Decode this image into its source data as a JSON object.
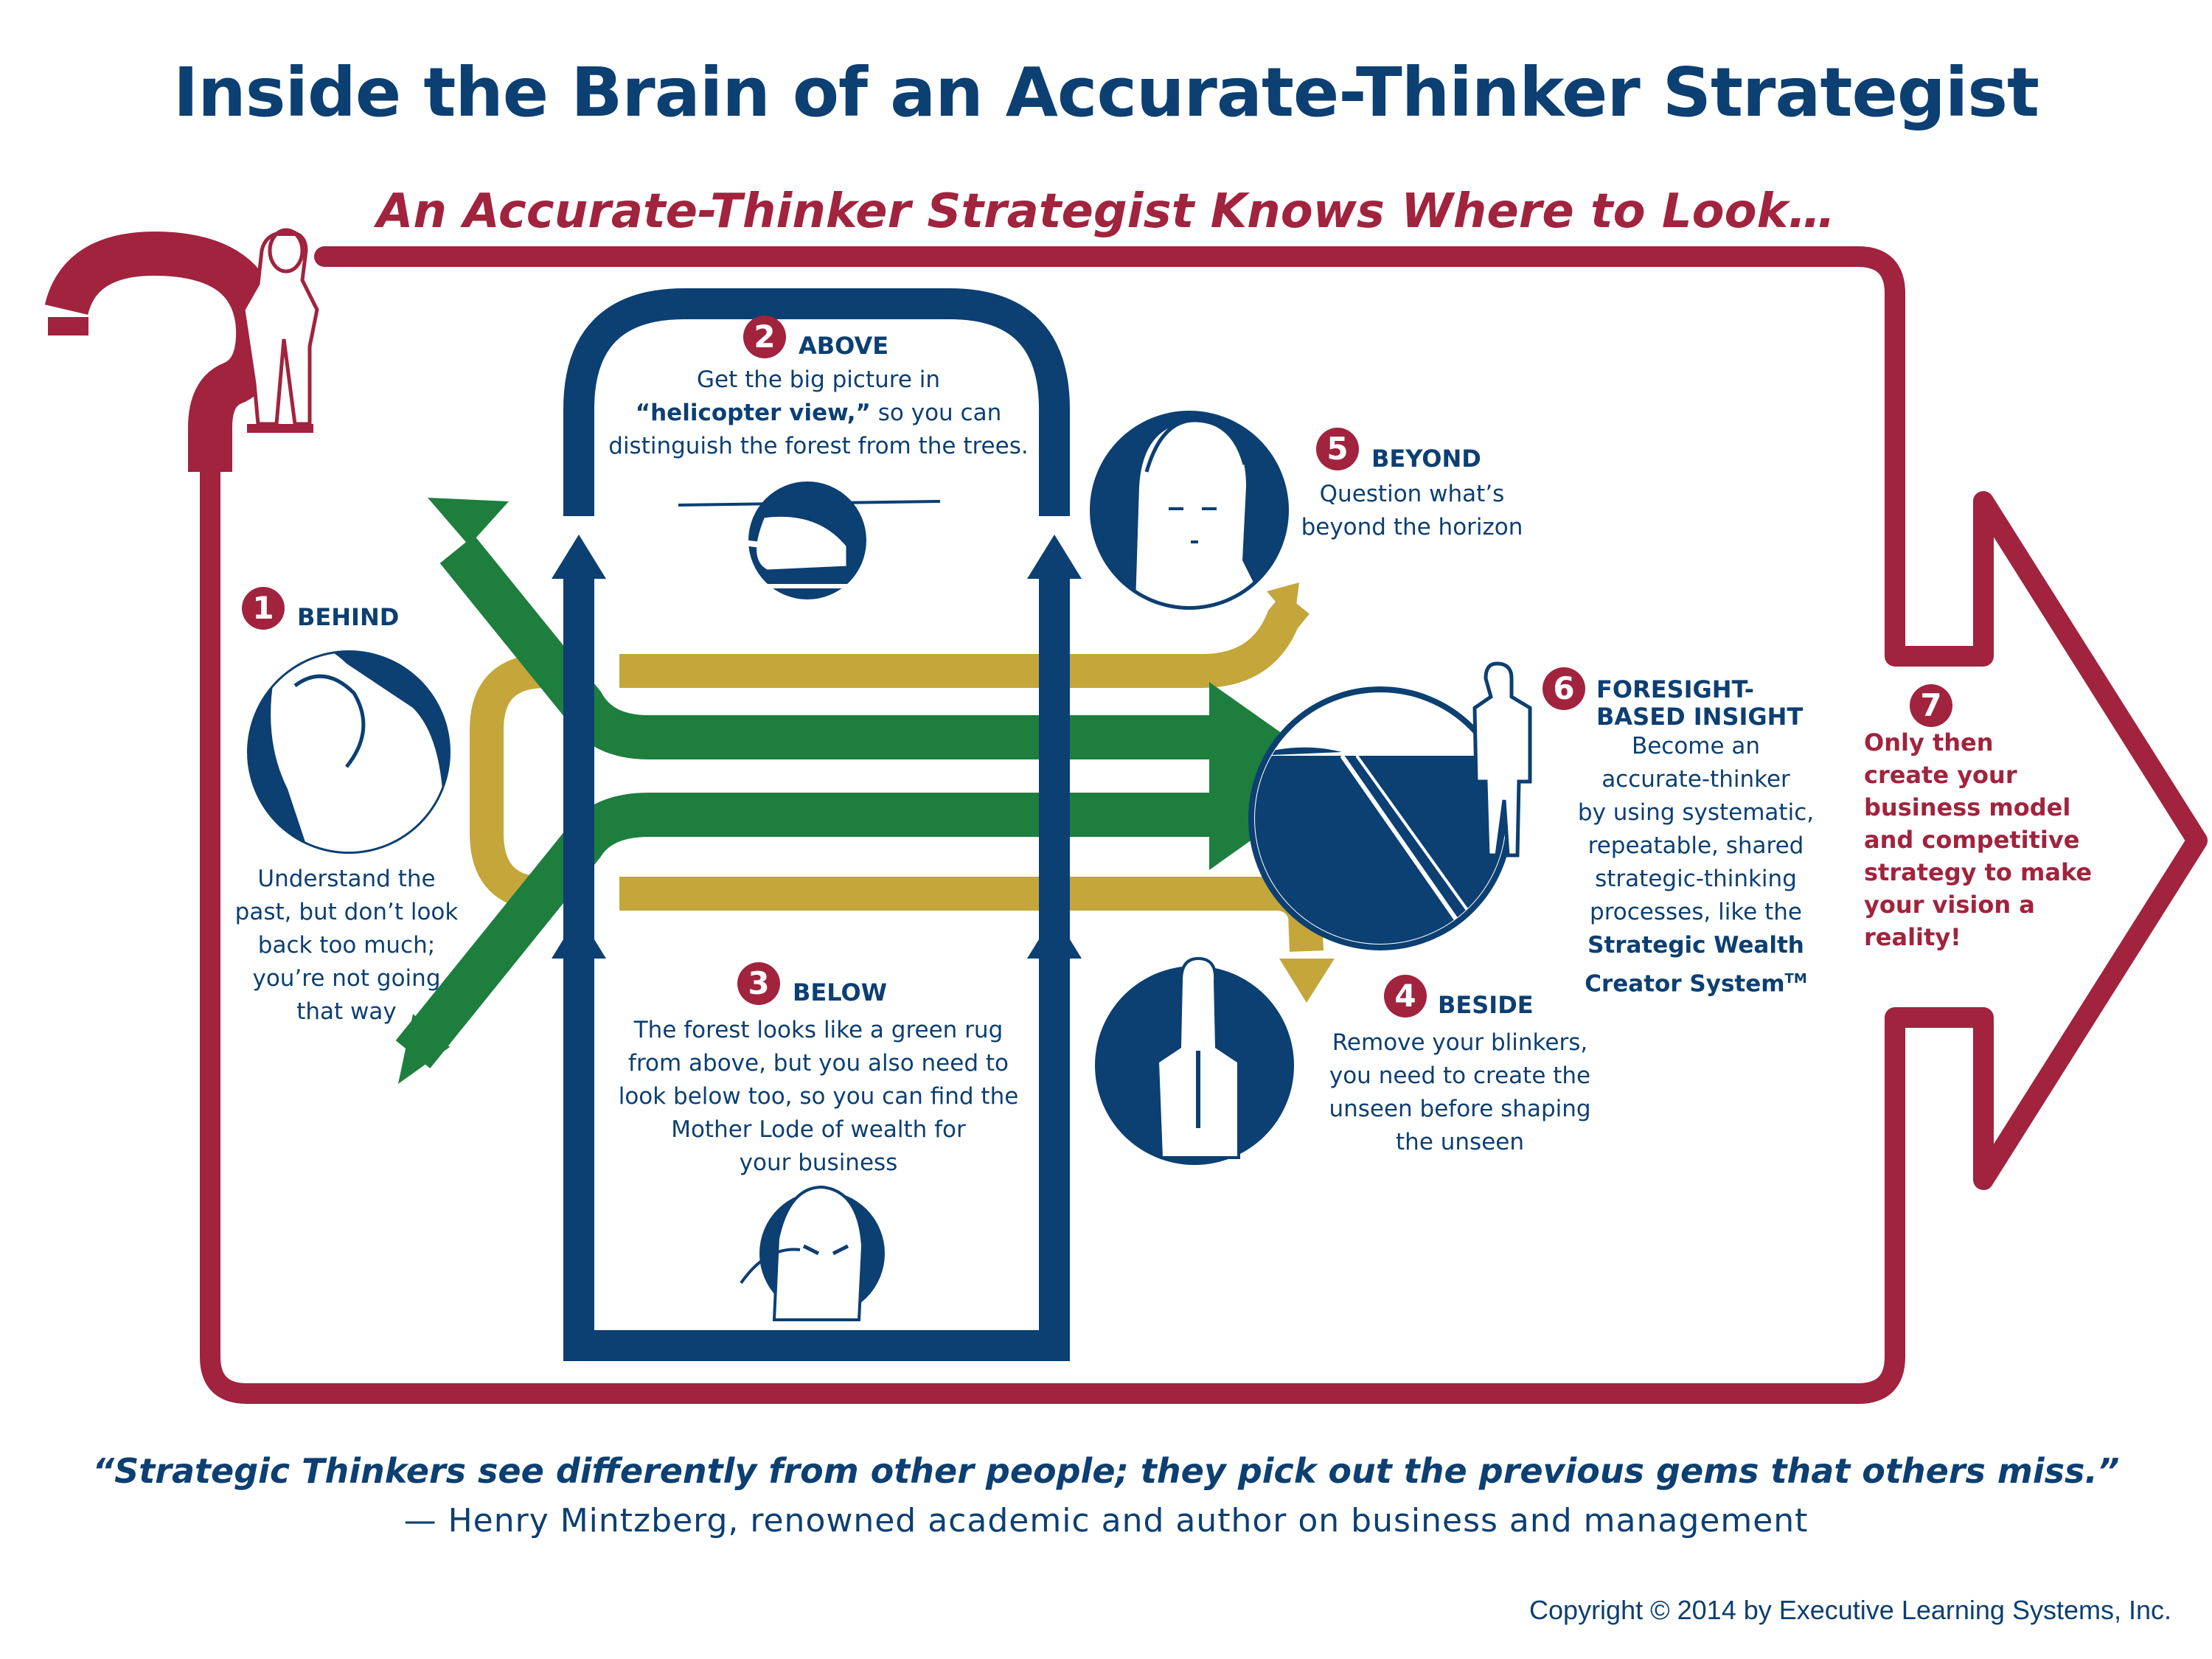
{
  "title": "Inside the Brain of an Accurate-Thinker Strategist",
  "subtitle": "An Accurate-Thinker Strategist Knows Where to Look…",
  "colors": {
    "navy": "#0c3f72",
    "crimson": "#a1233d",
    "green": "#1e7e3e",
    "mustard": "#c4a63a"
  },
  "steps": [
    {
      "number": "1",
      "heading": "BEHIND",
      "lines": [
        "Understand the",
        "past, but don’t look",
        "back too much;",
        "you’re not going",
        "that way"
      ],
      "icon": "anxious-person-icon"
    },
    {
      "number": "2",
      "heading": "ABOVE",
      "lines": [
        "Get the big picture in"
      ],
      "emphasis": "“helicopter view,”",
      "emphasis_tail": " so you can",
      "last_line": "distinguish the forest from the trees.",
      "icon": "helicopter-icon"
    },
    {
      "number": "3",
      "heading": "BELOW",
      "lines": [
        "The forest looks like a green rug",
        "from above, but you also need to",
        "look below too, so you can find the",
        "Mother Lode of wealth for",
        "your business"
      ],
      "icon": "person-lifting-glasses-icon"
    },
    {
      "number": "4",
      "heading": "BESIDE",
      "lines": [
        "Remove your blinkers,",
        "you need to create the",
        "unseen before shaping",
        "the unseen"
      ],
      "icon": "businessman-icon"
    },
    {
      "number": "5",
      "heading": "BEYOND",
      "lines": [
        "Question what’s",
        "beyond the horizon"
      ],
      "icon": "thinking-man-icon"
    },
    {
      "number": "6",
      "heading_lines": [
        "FORESIGHT-",
        "BASED INSIGHT"
      ],
      "lines": [
        "Become an",
        "accurate-thinker",
        "by using systematic,",
        "repeatable, shared",
        "strategic-thinking",
        "processes, like the"
      ],
      "emphasis_lines": [
        "Strategic Wealth",
        "Creator System"
      ],
      "trademark": "TM",
      "icon": "horizon-road-icon"
    },
    {
      "number": "7",
      "lines": [
        "Only then",
        "create your",
        "business model",
        "and competitive",
        "strategy to make",
        "your vision a",
        "reality!"
      ]
    }
  ],
  "quote": "“Strategic Thinkers see differently from other people; they pick out the previous gems that others miss.”",
  "attribution": "— Henry Mintzberg, renowned academic and author on business and management",
  "copyright": "Copyright © 2014 by Executive Learning Systems, Inc."
}
